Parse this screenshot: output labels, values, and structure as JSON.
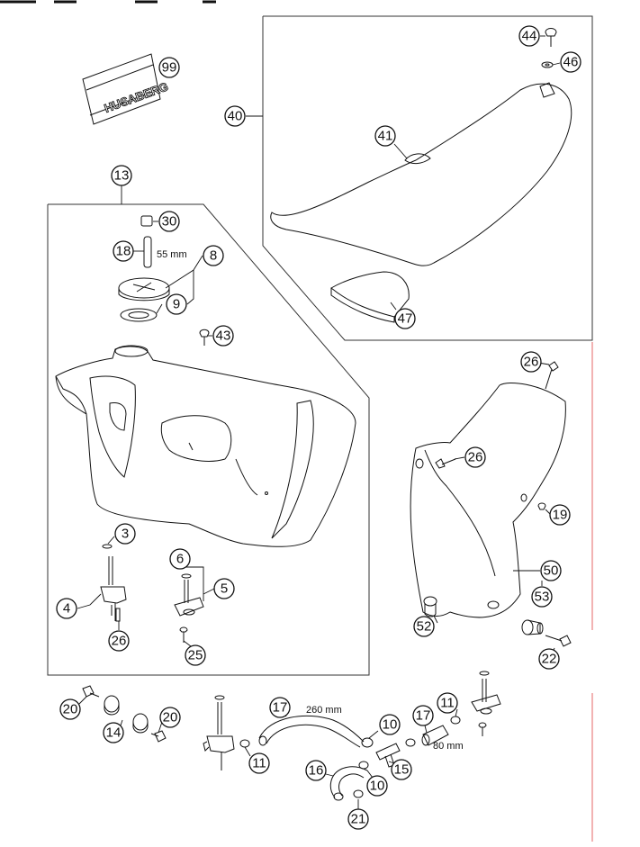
{
  "callouts": {
    "c99": "99",
    "c13": "13",
    "c30": "30",
    "c18": "18",
    "c8": "8",
    "c9": "9",
    "c43": "43",
    "c3": "3",
    "c4": "4",
    "c26a": "26",
    "c6": "6",
    "c5": "5",
    "c25": "25",
    "c40": "40",
    "c41": "41",
    "c44": "44",
    "c46": "46",
    "c47": "47",
    "c26b": "26",
    "c26c": "26",
    "c19": "19",
    "c50": "50",
    "c53": "53",
    "c52": "52",
    "c22": "22",
    "c20a": "20",
    "c14": "14",
    "c20b": "20",
    "c11a": "11",
    "c17a": "17",
    "c10a": "10",
    "c16": "16",
    "c10b": "10",
    "c21": "21",
    "c15": "15",
    "c17b": "17",
    "c11b": "11"
  },
  "dimensions": {
    "hose_short": "55 mm",
    "hose_long": "260 mm",
    "hose_medium": "80 mm"
  },
  "sticker": {
    "brand": "HUSABERG"
  }
}
